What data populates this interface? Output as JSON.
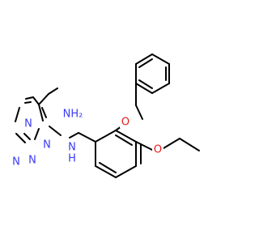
{
  "molecule": {
    "atoms": [
      {
        "id": "n_amine_top",
        "label": "NH₂",
        "element": "N"
      },
      {
        "id": "n_ring_1",
        "label": "N",
        "element": "N"
      },
      {
        "id": "n_ring_2",
        "label": "N",
        "element": "N"
      },
      {
        "id": "n_ring_3",
        "label": "N",
        "element": "N"
      },
      {
        "id": "n_ring_4",
        "label": "N",
        "element": "N"
      },
      {
        "id": "n_linker",
        "label": "N",
        "element": "N"
      },
      {
        "id": "h_linker",
        "label": "H",
        "element": "H"
      },
      {
        "id": "o_benzyloxy",
        "label": "O",
        "element": "O"
      },
      {
        "id": "o_ethoxy",
        "label": "O",
        "element": "O"
      }
    ]
  },
  "colors": {
    "nitrogen": "#3b3bf5",
    "oxygen": "#e8191b",
    "bond": "#000000",
    "background": "#ffffff"
  }
}
